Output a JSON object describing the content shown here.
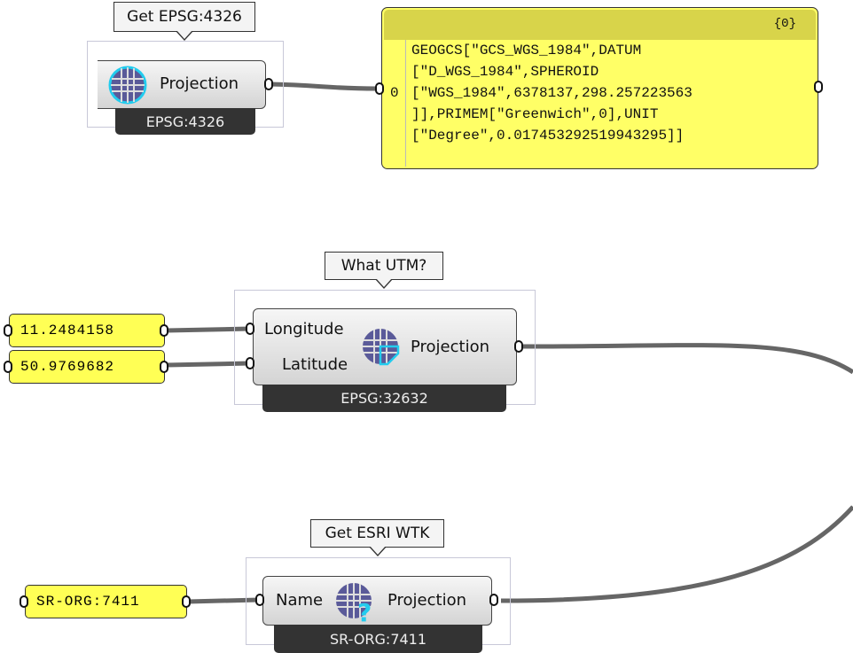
{
  "panel_output": {
    "path": "{0}",
    "index": "0",
    "lines": [
      "GEOGCS[\"GCS_WGS_1984\",DATUM",
      "[\"D_WGS_1984\",SPHEROID",
      "[\"WGS_1984\",6378137,298.257223563",
      "]],PRIMEM[\"Greenwich\",0],UNIT",
      "[\"Degree\",0.017453292519943295]]"
    ]
  },
  "comp1": {
    "tooltip": "Get EPSG:4326",
    "output": "Projection",
    "label": "EPSG:4326",
    "icon": "globe-icon"
  },
  "comp2": {
    "tooltip": "What UTM?",
    "inputs": [
      "Longitude",
      "Latitude"
    ],
    "output": "Projection",
    "label": "EPSG:32632",
    "icon": "globe-utm-icon"
  },
  "comp3": {
    "tooltip": "Get ESRI WTK",
    "input": "Name",
    "output": "Projection",
    "label": "SR-ORG:7411",
    "icon": "globe-question-icon"
  },
  "num_panels": {
    "longitude": "11.2484158",
    "latitude": "50.9769682",
    "name": "SR-ORG:7411"
  },
  "colors": {
    "panel": "#ffff66",
    "icon_globe": "#5a5a99",
    "icon_accent": "#22ccee"
  }
}
